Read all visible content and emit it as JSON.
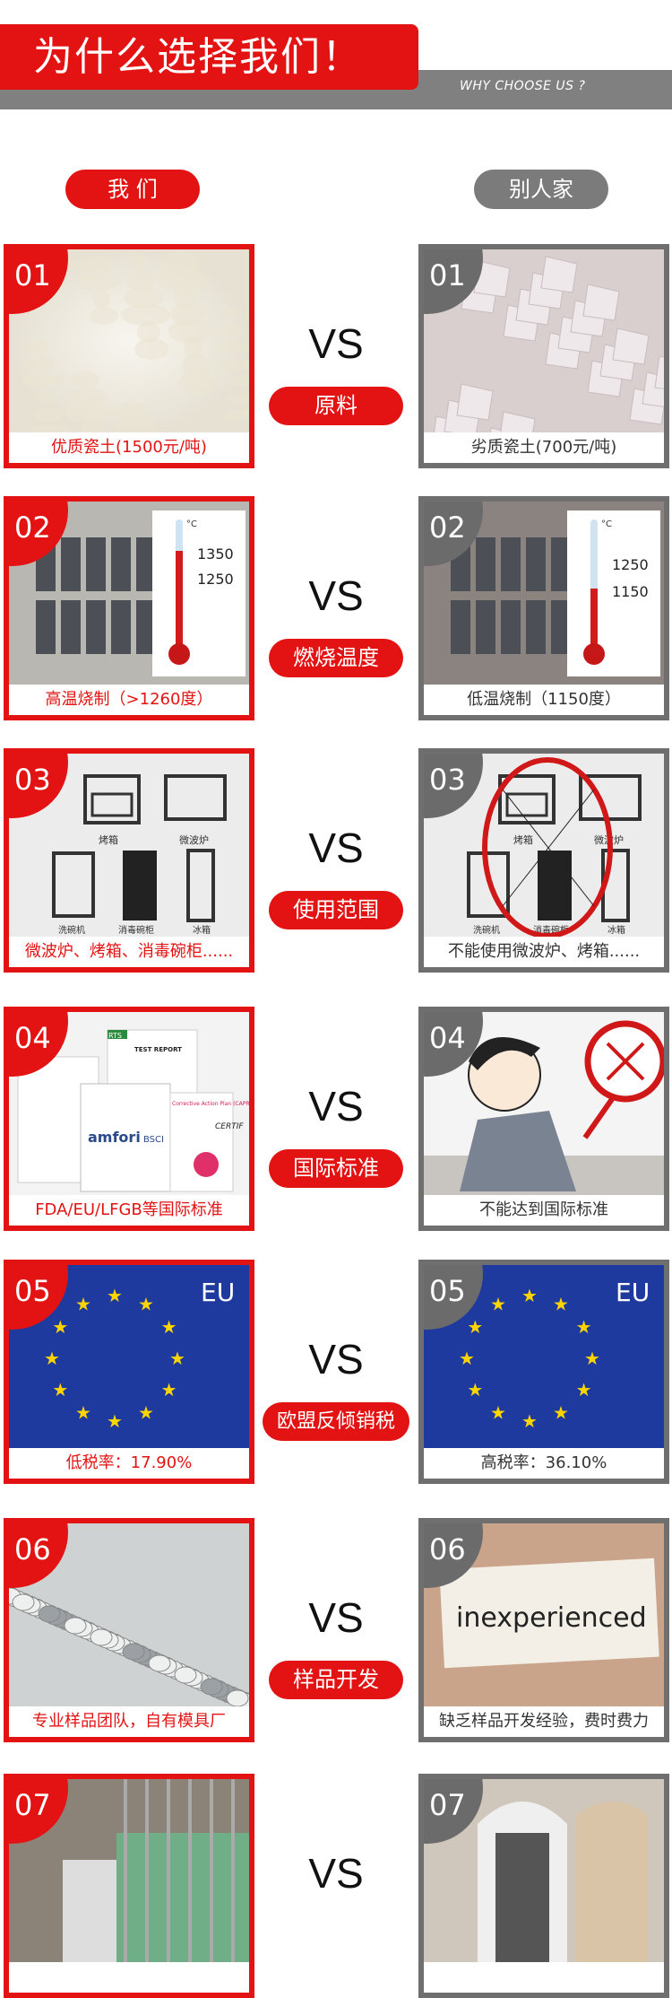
{
  "header": {
    "title": "为什么选择我们！",
    "subtitle": "WHY  CHOOSE US ?"
  },
  "sides": {
    "us": "我 们",
    "them": "别人家"
  },
  "colors": {
    "accent": "#e41313",
    "gray": "#7b7b7b"
  },
  "vs_label": "VS",
  "rows": [
    {
      "num": "01",
      "label": "原料",
      "left": {
        "caption": "优质瓷土(1500元/吨)",
        "image": "fine-clay-powder"
      },
      "right": {
        "caption": "劣质瓷土(700元/吨)",
        "image": "coarse-clay-lumps"
      }
    },
    {
      "num": "02",
      "label": "燃烧温度",
      "left": {
        "caption": "高温烧制（>1260度）",
        "image": "kiln-thermometer",
        "unit": "°C",
        "t1": "1350",
        "t2": "1250",
        "fill": 0.75
      },
      "right": {
        "caption": "低温烧制（1150度）",
        "image": "kiln-thermometer",
        "unit": "°C",
        "t1": "1250",
        "t2": "1150",
        "fill": 0.45
      }
    },
    {
      "num": "03",
      "label": "使用范围",
      "left": {
        "caption": "微波炉、烤箱、消毒碗柜......",
        "image": "appliances",
        "a": [
          "烤箱",
          "微波炉",
          "洗碗机",
          "消毒碗柜",
          "冰箱"
        ]
      },
      "right": {
        "caption": "不能使用微波炉、烤箱......",
        "image": "appliances-crossed",
        "a": [
          "烤箱",
          "微波炉",
          "洗碗机",
          "消毒碗柜",
          "冰箱"
        ]
      }
    },
    {
      "num": "04",
      "label": "国际标准",
      "left": {
        "caption": "FDA/EU/LFGB等国际标准",
        "image": "certificates",
        "t1": "RTS",
        "t2": "TEST REPORT",
        "t3": "amfori",
        "t4": "BSCI",
        "t5": "Corrective Action Plan (CAPR)",
        "t6": "CERTIF"
      },
      "right": {
        "caption": "不能达到国际标准",
        "image": "man-with-x-sign"
      }
    },
    {
      "num": "05",
      "label": "欧盟反倾销税",
      "left": {
        "caption": "低税率：17.90%",
        "image": "eu-flag",
        "t1": "EU"
      },
      "right": {
        "caption": "高税率：36.10%",
        "image": "eu-flag",
        "t1": "EU"
      }
    },
    {
      "num": "06",
      "label": "样品开发",
      "left": {
        "caption": "专业样品团队，自有模具厂",
        "image": "sample-warehouse"
      },
      "right": {
        "caption": "缺乏样品开发经验，费时费力",
        "image": "inexperienced-card",
        "t1": "inexperienced"
      }
    },
    {
      "num": "07",
      "label": "",
      "left": {
        "caption": "",
        "image": "factory-kiln"
      },
      "right": {
        "caption": "",
        "image": "old-kiln"
      }
    }
  ]
}
